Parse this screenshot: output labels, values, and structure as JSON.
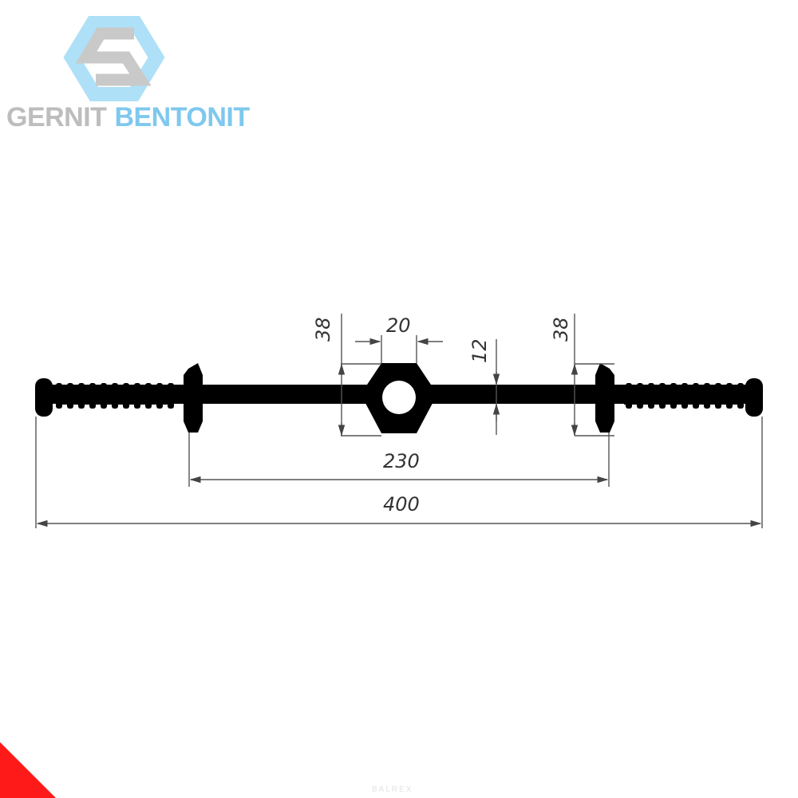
{
  "logo": {
    "brand_left": "GERNIT",
    "brand_right": "BENTONIT",
    "colors": {
      "grey": "#bdbdbd",
      "blue": "#7fc8ee"
    }
  },
  "drawing": {
    "dimensions": {
      "height_left": "38",
      "bulb_width": "20",
      "web_thickness": "12",
      "height_right": "38",
      "inner_span": "230",
      "total_width": "400"
    },
    "profile_color": "#000000"
  },
  "watermark": "BALREX",
  "accent_color": "#ff1a1a"
}
